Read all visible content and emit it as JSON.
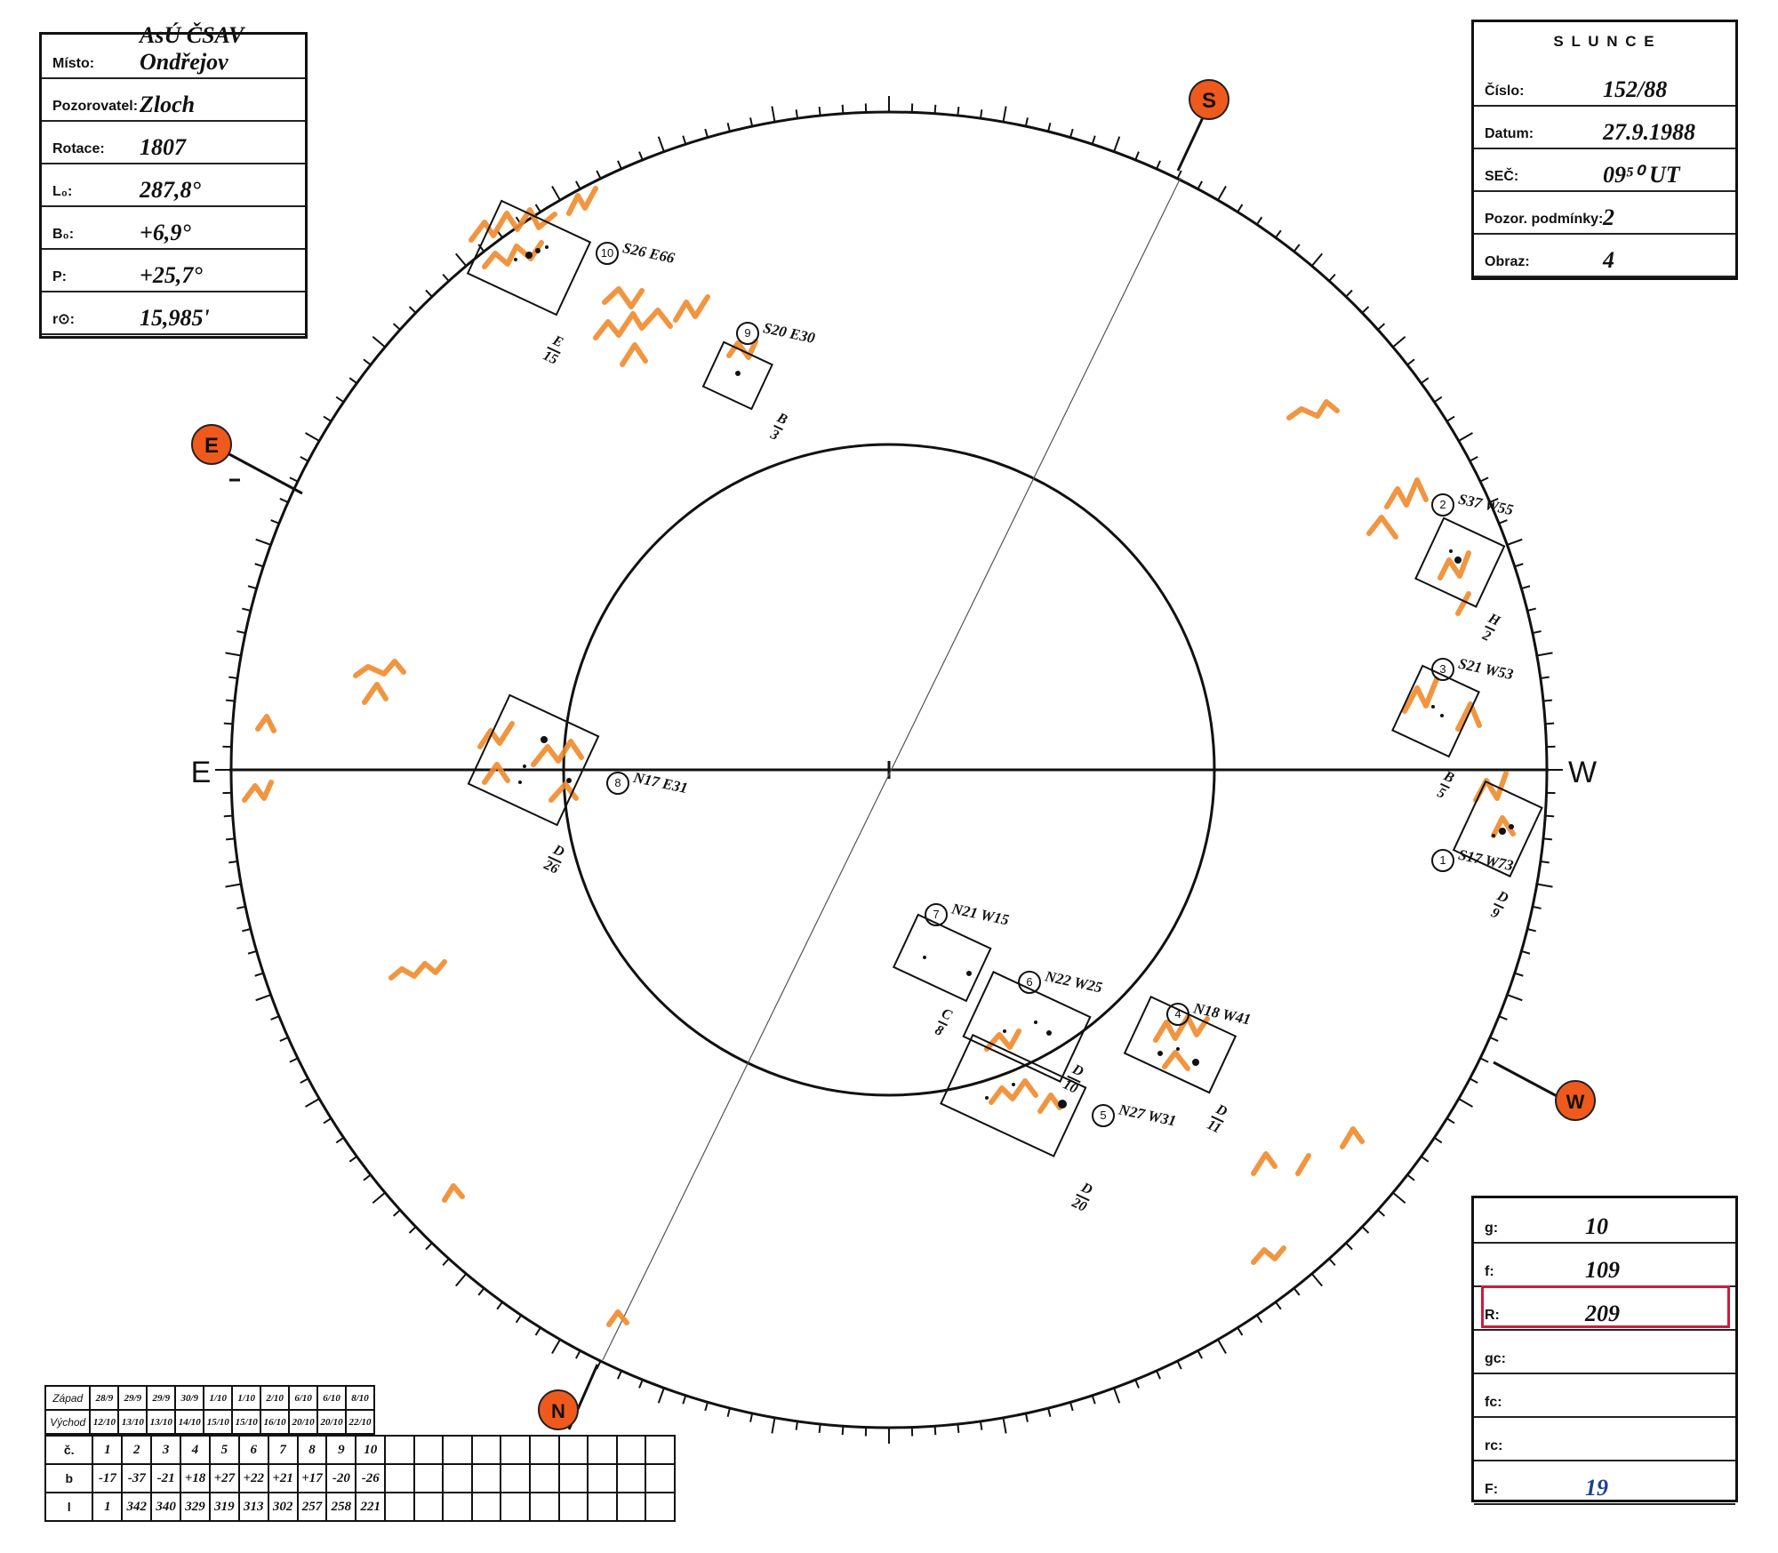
{
  "left_box": {
    "fields": [
      {
        "label": "Místo:",
        "value": "AsÚ ČSAV Ondřejov"
      },
      {
        "label": "Pozorovatel:",
        "value": "Zloch"
      },
      {
        "label": "Rotace:",
        "value": "1807"
      },
      {
        "label": "L₀:",
        "value": "287,8°"
      },
      {
        "label": "B₀:",
        "value": "+6,9°"
      },
      {
        "label": "P:",
        "value": "+25,7°"
      },
      {
        "label": "r⊙:",
        "value": "15,985'"
      }
    ]
  },
  "right_box": {
    "title": "S L U N C E",
    "fields": [
      {
        "label": "Číslo:",
        "value": "152/88"
      },
      {
        "label": "Datum:",
        "value": "27.9.1988"
      },
      {
        "label": "SEČ:",
        "value": "09⁵⁰ UT"
      },
      {
        "label": "Pozor. podmínky:",
        "value": "2"
      },
      {
        "label": "Obraz:",
        "value": "4"
      }
    ]
  },
  "stats_box": {
    "fields": [
      {
        "label": "g:",
        "value": "10"
      },
      {
        "label": "f:",
        "value": "109"
      },
      {
        "label": "R:",
        "value": "209"
      },
      {
        "label": "gc:",
        "value": ""
      },
      {
        "label": "fc:",
        "value": ""
      },
      {
        "label": "rc:",
        "value": ""
      },
      {
        "label": "F:",
        "value": "19"
      }
    ]
  },
  "compass": {
    "north": "N",
    "south": "S",
    "east": "E",
    "west": "W"
  },
  "axis_labels": {
    "east": "E",
    "west": "W"
  },
  "groups": [
    {
      "num": "1",
      "coords": "S17 W73",
      "cls": "D",
      "count": "9"
    },
    {
      "num": "2",
      "coords": "S37 W55",
      "cls": "H",
      "count": "2"
    },
    {
      "num": "3",
      "coords": "S21 W53",
      "cls": "B",
      "count": "5"
    },
    {
      "num": "4",
      "coords": "N18 W41",
      "cls": "D",
      "count": "11"
    },
    {
      "num": "5",
      "coords": "N27 W31",
      "cls": "D",
      "count": "20"
    },
    {
      "num": "6",
      "coords": "N22 W25",
      "cls": "D",
      "count": "10"
    },
    {
      "num": "7",
      "coords": "N21 W15",
      "cls": "C",
      "count": "8"
    },
    {
      "num": "8",
      "coords": "N17 E31",
      "cls": "D",
      "count": "26"
    },
    {
      "num": "9",
      "coords": "S20 E30",
      "cls": "B",
      "count": "3"
    },
    {
      "num": "10",
      "coords": "S26 E66",
      "cls": "E",
      "count": "15"
    }
  ],
  "bottom_table": {
    "row_labels": [
      "Západ",
      "Východ",
      "č.",
      "b",
      "l"
    ],
    "zapad": [
      "28/9",
      "29/9",
      "29/9",
      "30/9",
      "1/10",
      "1/10",
      "2/10",
      "6/10",
      "6/10",
      "8/10"
    ],
    "vychod": [
      "12/10",
      "13/10",
      "13/10",
      "14/10",
      "15/10",
      "15/10",
      "16/10",
      "20/10",
      "20/10",
      "22/10"
    ],
    "cislo": [
      "1",
      "2",
      "3",
      "4",
      "5",
      "6",
      "7",
      "8",
      "9",
      "10"
    ],
    "b": [
      "-17",
      "-37",
      "-21",
      "+18",
      "+27",
      "+22",
      "+21",
      "+17",
      "-20",
      "-26"
    ],
    "l": [
      "1",
      "342",
      "340",
      "329",
      "319",
      "313",
      "302",
      "257",
      "258",
      "221"
    ]
  }
}
